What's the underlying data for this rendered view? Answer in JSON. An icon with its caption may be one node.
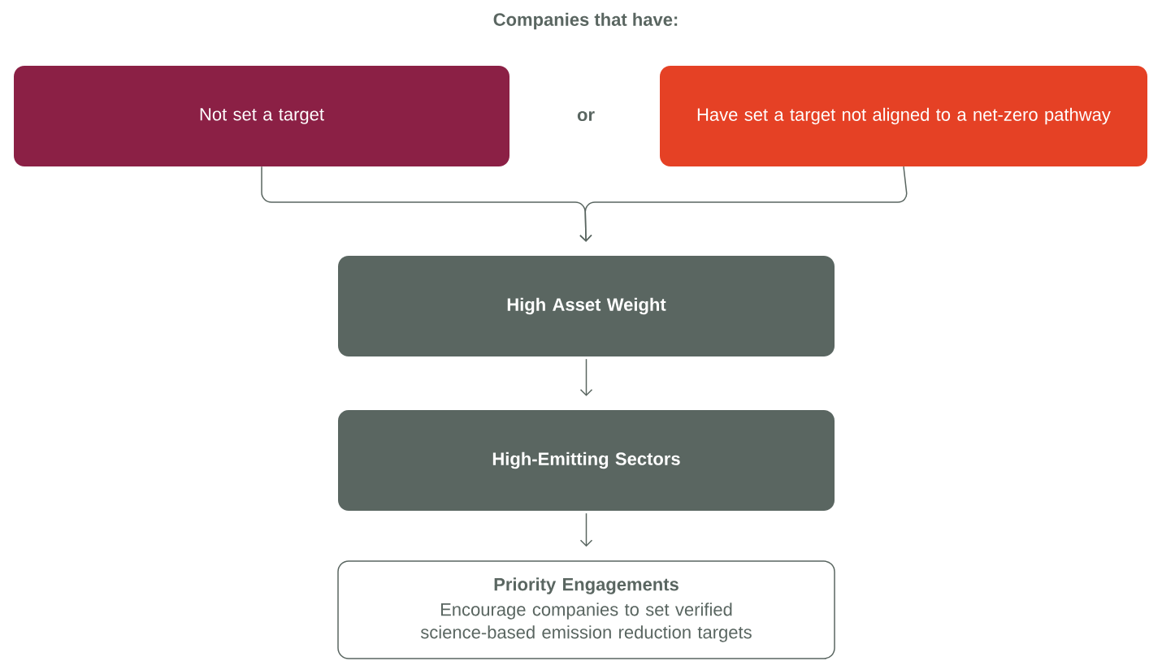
{
  "diagram": {
    "title": "Companies that have:",
    "nodes": [
      {
        "text": [
          "Not set a target"
        ]
      },
      {
        "text": [
          "Have set a target not aligned to a net-zero pathway"
        ]
      },
      {
        "text": [
          "High Asset Weight"
        ]
      },
      {
        "text": [
          "High-Emitting Sectors"
        ]
      },
      {
        "text": [
          "Priority Engagements",
          "Encourage companies to set verified science-based emission reduction targets"
        ]
      }
    ],
    "edges": [
      {
        "from": 0,
        "to": 2,
        "arrow": "to"
      },
      {
        "from": 1,
        "to": 2,
        "arrow": "to"
      },
      {
        "from": 2,
        "to": 3,
        "arrow": "to"
      },
      {
        "from": 3,
        "to": 4,
        "arrow": "to"
      }
    ],
    "labels": [
      "or"
    ]
  }
}
